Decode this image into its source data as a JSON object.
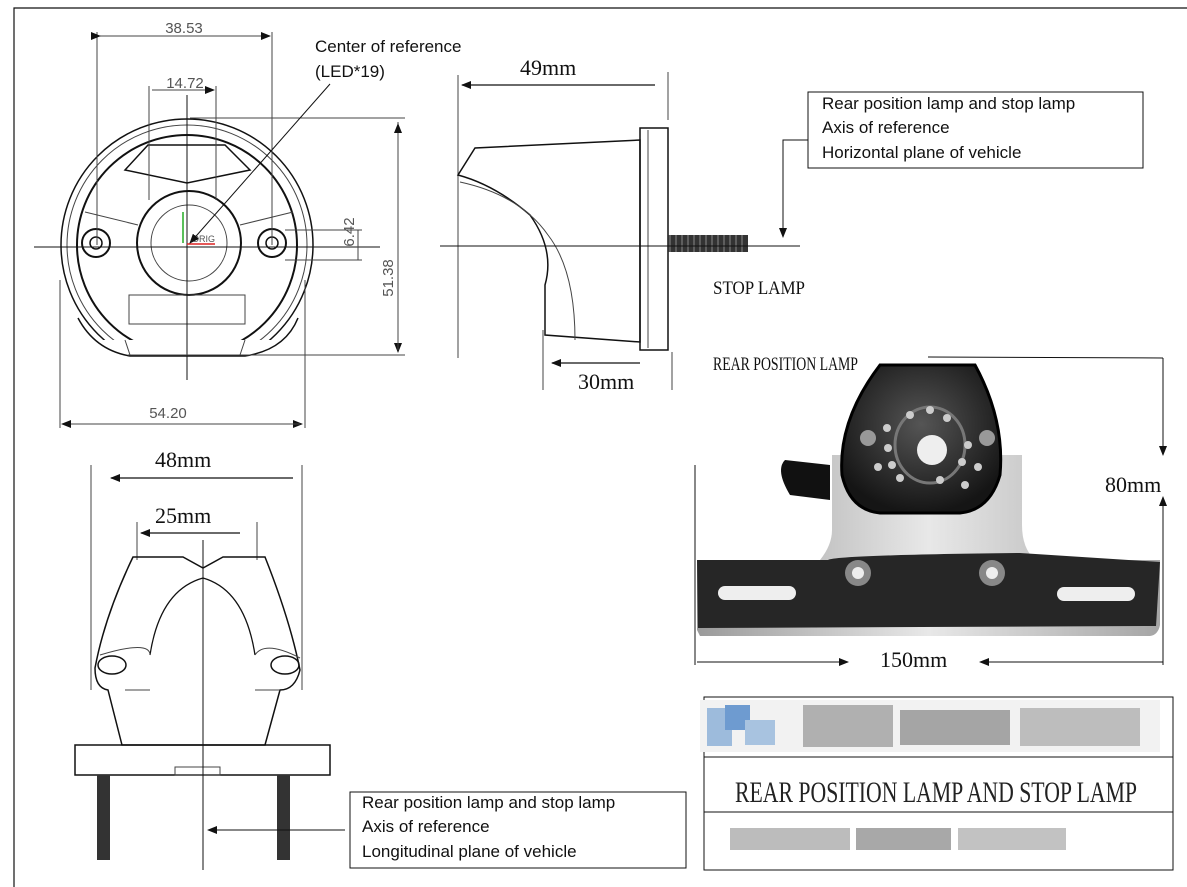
{
  "front_view": {
    "dim_width_holes": "38.53",
    "dim_width_center": "14.72",
    "dim_offset": "6.42",
    "dim_height": "51.38",
    "dim_width_total": "54.20",
    "center_label_line1": "Center of reference",
    "center_label_line2": "(LED*19)",
    "origin_tag": "ORIG"
  },
  "side_view": {
    "dim_depth": "49mm",
    "dim_base": "30mm",
    "legend": [
      "Rear position lamp and stop lamp",
      "Axis of reference",
      "Horizontal plane of vehicle"
    ],
    "stop_lamp_label": "STOP LAMP"
  },
  "photo": {
    "rear_position_label": "REAR POSITION LAMP",
    "dim_height": "80mm",
    "dim_width": "150mm"
  },
  "top_view": {
    "dim_outer": "48mm",
    "dim_inner": "25mm",
    "legend": [
      "Rear position lamp and stop lamp",
      "Axis of reference",
      "Longitudinal plane of vehicle"
    ]
  },
  "title_block": {
    "title": "REAR POSITION LAMP AND STOP LAMP"
  }
}
